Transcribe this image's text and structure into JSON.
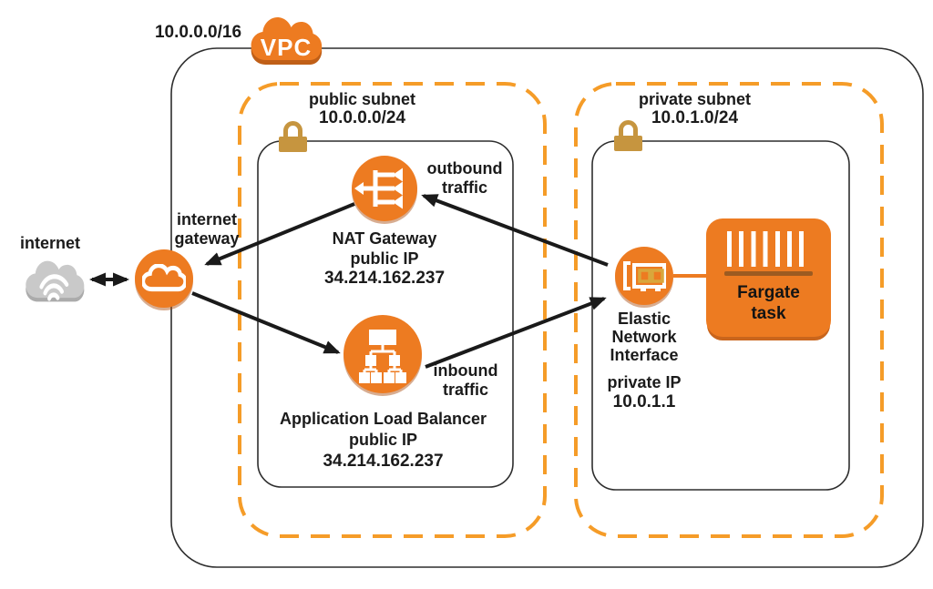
{
  "colors": {
    "aws_orange": "#ED7B21",
    "subnet_dash_orange": "#F59C28",
    "lock_gold": "#C6953F",
    "internet_cloud_gray": "#C9C9C9",
    "eni_card_gold": "#D9A73C",
    "fargate_shadow_orange": "#C9651C",
    "arrow_black": "#1A1A1A",
    "text_black": "#1B1B1B"
  },
  "vpc": {
    "cidr": "10.0.0.0/16",
    "cloud_label": "VPC"
  },
  "internet": {
    "label": "internet"
  },
  "internet_gateway": {
    "line1": "internet",
    "line2": "gateway"
  },
  "public_subnet": {
    "title": "public subnet",
    "cidr": "10.0.0.0/24"
  },
  "private_subnet": {
    "title": "private subnet",
    "cidr": "10.0.1.0/24"
  },
  "nat_gateway": {
    "name": "NAT Gateway",
    "ip_label": "public IP",
    "ip": "34.214.162.237"
  },
  "load_balancer": {
    "name": "Application Load Balancer",
    "ip_label": "public IP",
    "ip": "34.214.162.237"
  },
  "eni": {
    "line1": "Elastic",
    "line2": "Network",
    "line3": "Interface",
    "ip_label": "private IP",
    "ip": "10.0.1.1"
  },
  "fargate": {
    "line1": "Fargate",
    "line2": "task"
  },
  "traffic": {
    "outbound_line1": "outbound",
    "outbound_line2": "traffic",
    "inbound_line1": "inbound",
    "inbound_line2": "traffic"
  }
}
